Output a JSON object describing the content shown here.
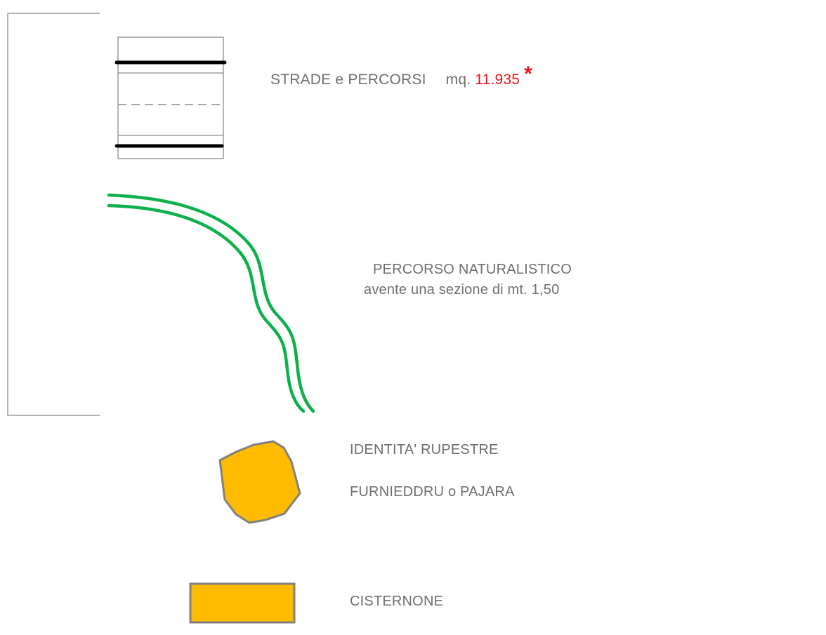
{
  "colors": {
    "text": "#6e6e6e",
    "highlight": "#e8141b",
    "path_green": "#0db14b",
    "fill_orange": "#ffbb00",
    "outline_gray": "#808080",
    "road_black": "#000000"
  },
  "legend": {
    "strade": {
      "icon": "road-section-icon",
      "label": "STRADE e PERCORSI",
      "unit": "mq.",
      "value": "11.935",
      "asterisk": "*"
    },
    "naturalistico": {
      "icon": "nature-path-icon",
      "title": "PERCORSO NATURALISTICO",
      "subtitle": "avente una sezione di mt. 1,50"
    },
    "rupestre": {
      "icon": "rock-identity-icon",
      "label": "IDENTITA' RUPESTRE",
      "sublabel": "FURNIEDDRU o PAJARA"
    },
    "cisternone": {
      "icon": "cistern-icon",
      "label": "CISTERNONE"
    }
  }
}
